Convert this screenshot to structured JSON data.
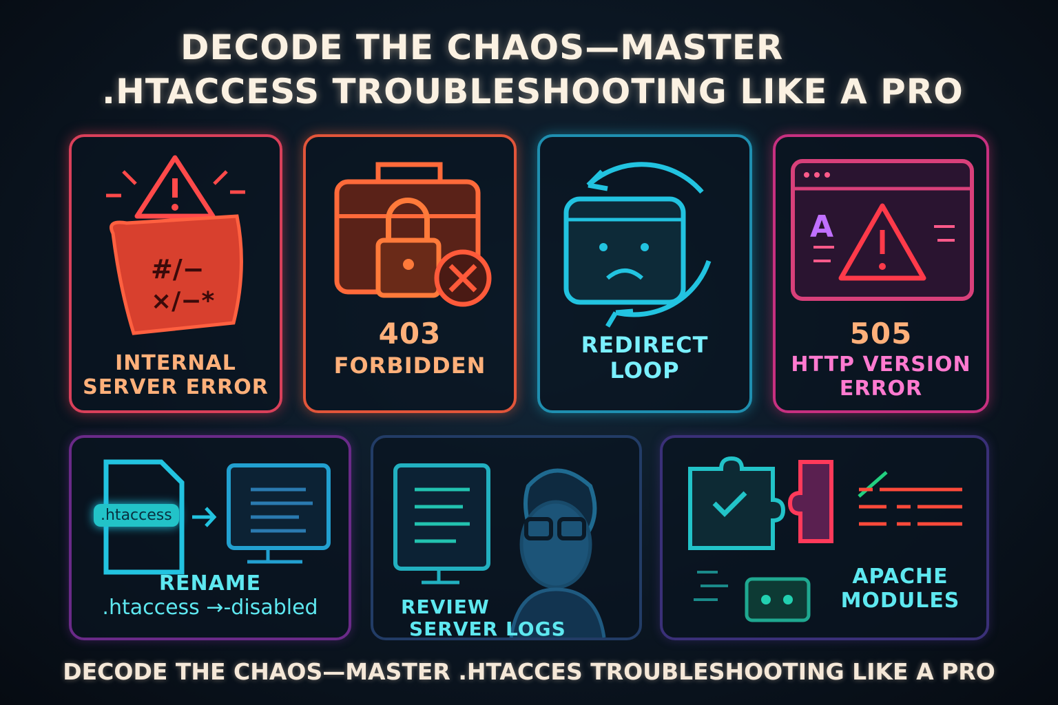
{
  "header": {
    "line1": "DECODE THE CHAOS—MASTER",
    "line2": ".HTACCESS TROUBLESHOOTING LIKE A PRO"
  },
  "cards": [
    {
      "line1": "INTERNAL",
      "line2": "SERVER ERROR",
      "color": "#e8475a"
    },
    {
      "code": "403",
      "line1": "FORBIDDEN",
      "color": "#ff6a3a"
    },
    {
      "line1": "REDIRECT",
      "line2": "LOOP",
      "color": "#22c3e0"
    },
    {
      "code": "505",
      "line1": "HTTP VERSION",
      "line2": "ERROR",
      "color": "#e0357a"
    }
  ],
  "steps": [
    {
      "badge": ".htaccess",
      "line1": "RENAME",
      "line2": ".htaccess →-disabled"
    },
    {
      "line1": "REVIEW",
      "line2": "SERVER LOGS"
    },
    {
      "line1": "APACHE",
      "line2": "MODULES"
    }
  ],
  "caption": "DECODE THE CHAOS—MASTER .HTACCES TROUBLESHOOTING LIKE A PRO"
}
